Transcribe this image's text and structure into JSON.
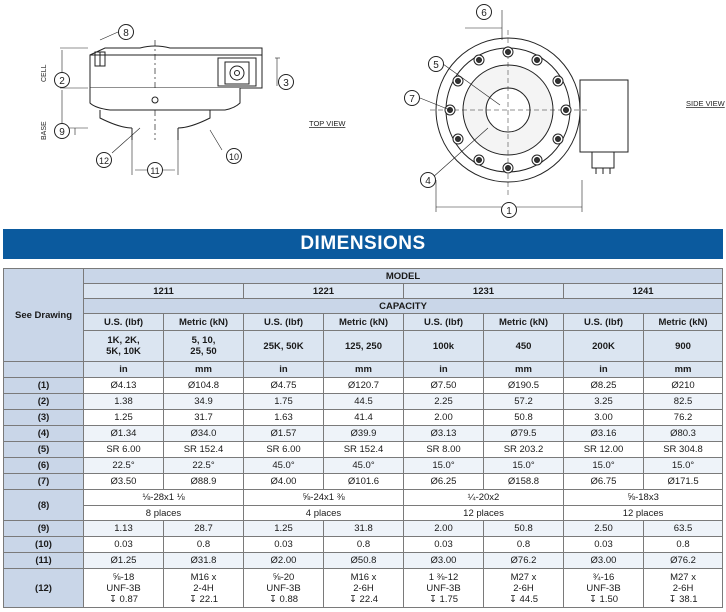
{
  "drawing": {
    "labels": {
      "cell": "CELL",
      "base": "BASE",
      "top_view": "TOP VIEW",
      "side_view": "SIDE VIEW"
    },
    "callouts": [
      "1",
      "2",
      "3",
      "4",
      "5",
      "6",
      "7",
      "8",
      "9",
      "10",
      "11",
      "12"
    ]
  },
  "banner": {
    "title": "DIMENSIONS"
  },
  "table": {
    "see_drawing": "See Drawing",
    "model_label": "MODEL",
    "capacity_label": "CAPACITY",
    "models": [
      "1211",
      "1221",
      "1231",
      "1241"
    ],
    "unit_headers": [
      "U.S. (lbf)",
      "Metric (kN)",
      "U.S. (lbf)",
      "Metric (kN)",
      "U.S. (lbf)",
      "Metric (kN)",
      "U.S. (lbf)",
      "Metric (kN)"
    ],
    "capacities": [
      [
        "1K, 2K,",
        "5K, 10K"
      ],
      [
        "5, 10,",
        "25, 50"
      ],
      [
        "25K, 50K"
      ],
      [
        "125, 250"
      ],
      [
        "100k"
      ],
      [
        "450"
      ],
      [
        "200K"
      ],
      [
        "900"
      ]
    ],
    "units": [
      "in",
      "mm",
      "in",
      "mm",
      "in",
      "mm",
      "in",
      "mm"
    ],
    "rows": [
      {
        "label": "(1)",
        "values": [
          "Ø4.13",
          "Ø104.8",
          "Ø4.75",
          "Ø120.7",
          "Ø7.50",
          "Ø190.5",
          "Ø8.25",
          "Ø210"
        ]
      },
      {
        "label": "(2)",
        "values": [
          "1.38",
          "34.9",
          "1.75",
          "44.5",
          "2.25",
          "57.2",
          "3.25",
          "82.5"
        ]
      },
      {
        "label": "(3)",
        "values": [
          "1.25",
          "31.7",
          "1.63",
          "41.4",
          "2.00",
          "50.8",
          "3.00",
          "76.2"
        ]
      },
      {
        "label": "(4)",
        "values": [
          "Ø1.34",
          "Ø34.0",
          "Ø1.57",
          "Ø39.9",
          "Ø3.13",
          "Ø79.5",
          "Ø3.16",
          "Ø80.3"
        ]
      },
      {
        "label": "(5)",
        "values": [
          "SR 6.00",
          "SR 152.4",
          "SR 6.00",
          "SR 152.4",
          "SR 8.00",
          "SR 203.2",
          "SR 12.00",
          "SR 304.8"
        ]
      },
      {
        "label": "(6)",
        "values": [
          "22.5°",
          "22.5°",
          "45.0°",
          "45.0°",
          "15.0°",
          "15.0°",
          "15.0°",
          "15.0°"
        ]
      },
      {
        "label": "(7)",
        "values": [
          "Ø3.50",
          "Ø88.9",
          "Ø4.00",
          "Ø101.6",
          "Ø6.25",
          "Ø158.8",
          "Ø6.75",
          "Ø171.5"
        ]
      }
    ],
    "row8": {
      "label": "(8)",
      "threads": [
        "⅛-28x1 ⅛",
        "⅝-24x1 ⅜",
        "¼-20x2",
        "⅝-18x3"
      ],
      "places": [
        "8 places",
        "4 places",
        "12 places",
        "12 places"
      ]
    },
    "rows_b": [
      {
        "label": "(9)",
        "values": [
          "1.13",
          "28.7",
          "1.25",
          "31.8",
          "2.00",
          "50.8",
          "2.50",
          "63.5"
        ]
      },
      {
        "label": "(10)",
        "values": [
          "0.03",
          "0.8",
          "0.03",
          "0.8",
          "0.03",
          "0.8",
          "0.03",
          "0.8"
        ]
      },
      {
        "label": "(11)",
        "values": [
          "Ø1.25",
          "Ø31.8",
          "Ø2.00",
          "Ø50.8",
          "Ø3.00",
          "Ø76.2",
          "Ø3.00",
          "Ø76.2"
        ]
      }
    ],
    "row12": {
      "label": "(12)",
      "values": [
        [
          "⅝-18",
          "UNF-3B",
          "↧ 0.87"
        ],
        [
          "M16 x",
          "2-4H",
          "↧ 22.1"
        ],
        [
          "⅝-20",
          "UNF-3B",
          "↧ 0.88"
        ],
        [
          "M16 x",
          "2-6H",
          "↧ 22.4"
        ],
        [
          "1 ⅜-12",
          "UNF-3B",
          "↧ 1.75"
        ],
        [
          "M27 x",
          "2-6H",
          "↧ 44.5"
        ],
        [
          "¾-16",
          "UNF-3B",
          "↧ 1.50"
        ],
        [
          "M27 x",
          "2-6H",
          "↧ 38.1"
        ]
      ]
    }
  }
}
